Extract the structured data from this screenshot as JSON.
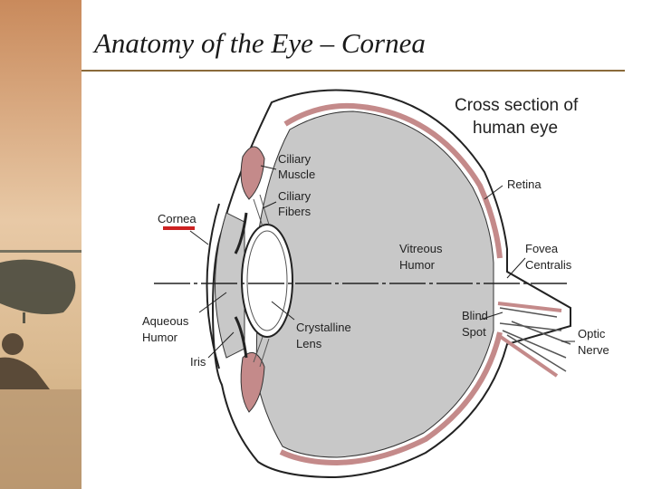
{
  "slide": {
    "title": "Anatomy of the Eye – Cornea"
  },
  "diagram": {
    "heading_line1": "Cross section of",
    "heading_line2": "human eye",
    "labels": {
      "ciliary_muscle_1": "Ciliary",
      "ciliary_muscle_2": "Muscle",
      "ciliary_fibers_1": "Ciliary",
      "ciliary_fibers_2": "Fibers",
      "cornea": "Cornea",
      "retina": "Retina",
      "vitreous_1": "Vitreous",
      "vitreous_2": "Humor",
      "fovea_1": "Fovea",
      "fovea_2": "Centralis",
      "aqueous_1": "Aqueous",
      "aqueous_2": "Humor",
      "lens_1": "Crystalline",
      "lens_2": "Lens",
      "blind_1": "Blind",
      "blind_2": "Spot",
      "optic_1": "Optic",
      "optic_2": "Nerve",
      "iris": "Iris"
    }
  },
  "colors": {
    "rule": "#8a6a3a",
    "humor": "#c8c8c8",
    "tissue": "#c48a8a",
    "outline": "#222222",
    "cornea_marker": "#cc2222",
    "strip_top": "#c98a5c",
    "strip_bottom": "#d4b48a"
  }
}
